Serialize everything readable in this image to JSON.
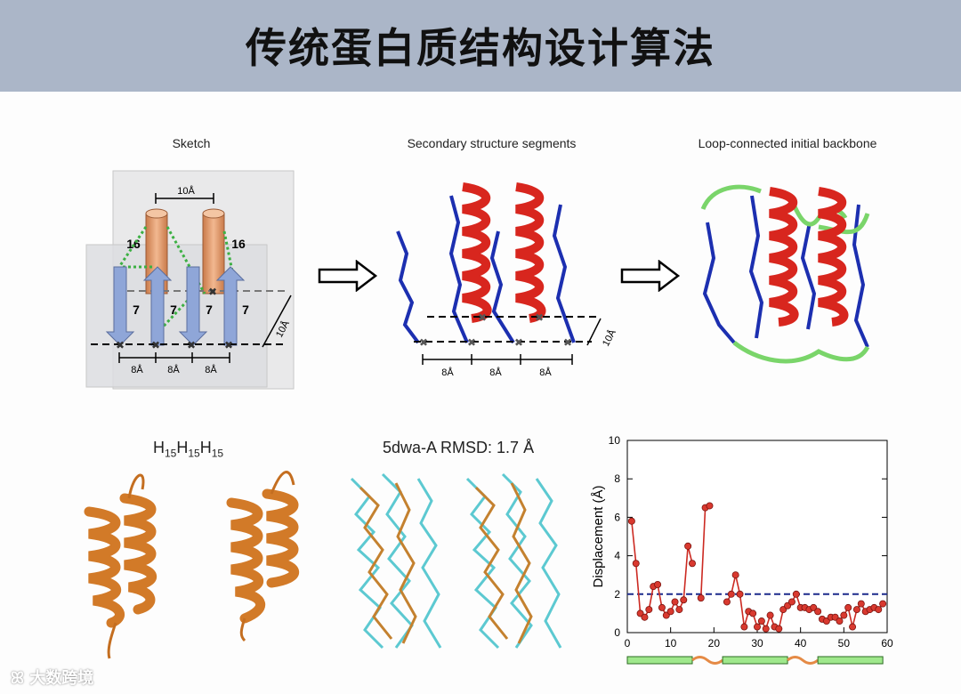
{
  "slide": {
    "title": "传统蛋白质结构设计算法"
  },
  "panels": {
    "sketch": {
      "label": "Sketch",
      "helix_length": "16",
      "strand_length": "7",
      "helix_spacing": "10Å",
      "strand_spacing": "8Å",
      "layer_spacing": "10Å"
    },
    "segments": {
      "label": "Secondary structure segments",
      "strand_spacing": "8Å",
      "layer_spacing": "10Å"
    },
    "backbone": {
      "label": "Loop-connected initial backbone"
    },
    "design": {
      "label_main": "H",
      "label_sub": "15"
    },
    "rmsd": {
      "label": "5dwa-A RMSD: 1.7 Å"
    }
  },
  "chart_data": {
    "type": "line",
    "title": "",
    "xlabel": "",
    "ylabel": "Displacement (Å)",
    "xlim": [
      0,
      60
    ],
    "ylim": [
      0,
      10
    ],
    "xticks": [
      0,
      10,
      20,
      30,
      40,
      50,
      60
    ],
    "yticks": [
      0,
      2,
      4,
      6,
      8,
      10
    ],
    "threshold": 2,
    "series": [
      {
        "x": [
          1,
          2,
          3,
          4,
          5,
          6,
          7,
          8,
          9,
          10,
          11,
          12,
          13,
          14,
          15
        ],
        "y": [
          5.8,
          3.6,
          1.0,
          0.8,
          1.2,
          2.4,
          2.5,
          1.3,
          0.9,
          1.1,
          1.6,
          1.2,
          1.7,
          4.5,
          3.6
        ]
      },
      {
        "x": [
          17,
          18,
          19
        ],
        "y": [
          1.8,
          6.5,
          6.6
        ]
      },
      {
        "x": [
          23,
          24,
          25,
          26,
          27,
          28,
          29,
          30,
          31,
          32,
          33,
          34,
          35,
          36,
          37,
          38,
          39,
          40,
          41,
          42,
          43,
          44
        ],
        "y": [
          1.6,
          2.0,
          3.0,
          2.0,
          0.3,
          1.1,
          1.0,
          0.3,
          0.6,
          0.2,
          0.9,
          0.3,
          0.2,
          1.2,
          1.4,
          1.6,
          2.0,
          1.3,
          1.3,
          1.2,
          1.3,
          1.1
        ]
      },
      {
        "x": [
          45,
          46,
          47,
          48,
          49,
          50,
          51,
          52,
          53,
          54,
          55,
          56,
          57,
          58,
          59
        ],
        "y": [
          0.7,
          0.6,
          0.8,
          0.8,
          0.6,
          0.9,
          1.3,
          0.3,
          1.2,
          1.5,
          1.1,
          1.2,
          1.3,
          1.2,
          1.5
        ]
      }
    ],
    "secondary_structure": [
      {
        "type": "helix",
        "start": 0,
        "end": 15
      },
      {
        "type": "loop",
        "start": 15,
        "end": 22
      },
      {
        "type": "helix",
        "start": 22,
        "end": 37
      },
      {
        "type": "loop",
        "start": 37,
        "end": 44
      },
      {
        "type": "helix",
        "start": 44,
        "end": 59
      }
    ],
    "colors": {
      "line": "#cc2a22",
      "point": "#d9392f",
      "threshold": "#1c2a8c",
      "helix": "#9fe88c",
      "loop": "#e58a45"
    }
  },
  "watermark": {
    "text": "大数跨境"
  }
}
